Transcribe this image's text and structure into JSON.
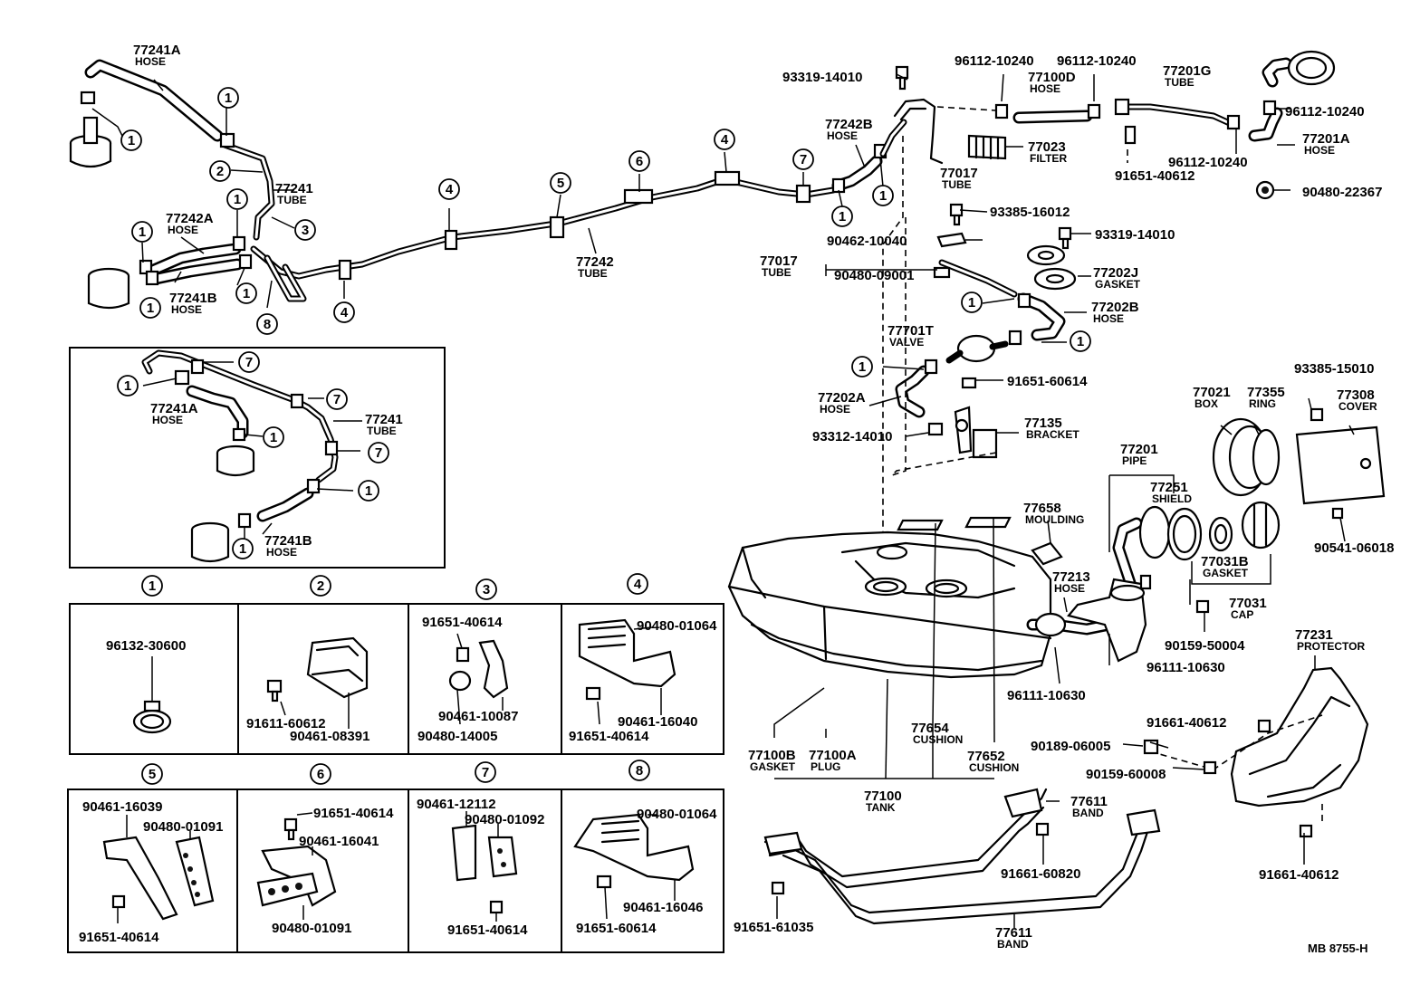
{
  "callouts": [
    {
      "pn": "77241A",
      "nm": "HOSE"
    },
    {
      "pn": "77241",
      "nm": "TUBE"
    },
    {
      "pn": "77242A",
      "nm": "HOSE"
    },
    {
      "pn": "77241B",
      "nm": "HOSE"
    },
    {
      "pn": "77242",
      "nm": "TUBE"
    },
    {
      "pn": "93319-14010",
      "nm": ""
    },
    {
      "pn": "77242B",
      "nm": "HOSE"
    },
    {
      "pn": "96112-10240",
      "nm": ""
    },
    {
      "pn": "77100D",
      "nm": "HOSE"
    },
    {
      "pn": "96112-10240",
      "nm": ""
    },
    {
      "pn": "77023",
      "nm": "FILTER"
    },
    {
      "pn": "77017",
      "nm": "TUBE"
    },
    {
      "pn": "77201G",
      "nm": "TUBE"
    },
    {
      "pn": "96112-10240",
      "nm": ""
    },
    {
      "pn": "96112-10240",
      "nm": ""
    },
    {
      "pn": "91651-40612",
      "nm": ""
    },
    {
      "pn": "77201A",
      "nm": "HOSE"
    },
    {
      "pn": "90480-22367",
      "nm": ""
    },
    {
      "pn": "93385-16012",
      "nm": ""
    },
    {
      "pn": "90462-10040",
      "nm": ""
    },
    {
      "pn": "93319-14010",
      "nm": ""
    },
    {
      "pn": "77017",
      "nm": "TUBE"
    },
    {
      "pn": "90480-09001",
      "nm": ""
    },
    {
      "pn": "77202J",
      "nm": "GASKET"
    },
    {
      "pn": "77202B",
      "nm": "HOSE"
    },
    {
      "pn": "77701T",
      "nm": "VALVE"
    },
    {
      "pn": "91651-60614",
      "nm": ""
    },
    {
      "pn": "77202A",
      "nm": "HOSE"
    },
    {
      "pn": "77135",
      "nm": "BRACKET"
    },
    {
      "pn": "93312-14010",
      "nm": ""
    },
    {
      "pn": "93385-15010",
      "nm": ""
    },
    {
      "pn": "77021",
      "nm": "BOX"
    },
    {
      "pn": "77355",
      "nm": "RING"
    },
    {
      "pn": "77308",
      "nm": "COVER"
    },
    {
      "pn": "77201",
      "nm": "PIPE"
    },
    {
      "pn": "77251",
      "nm": "SHIELD"
    },
    {
      "pn": "77658",
      "nm": "MOULDING"
    },
    {
      "pn": "77213",
      "nm": "HOSE"
    },
    {
      "pn": "77031B",
      "nm": "GASKET"
    },
    {
      "pn": "77031",
      "nm": "CAP"
    },
    {
      "pn": "90541-06018",
      "nm": ""
    },
    {
      "pn": "90159-50004",
      "nm": ""
    },
    {
      "pn": "96111-10630",
      "nm": ""
    },
    {
      "pn": "96111-10630",
      "nm": ""
    },
    {
      "pn": "77231",
      "nm": "PROTECTOR"
    },
    {
      "pn": "91661-40612",
      "nm": ""
    },
    {
      "pn": "90189-06005",
      "nm": ""
    },
    {
      "pn": "90159-60008",
      "nm": ""
    },
    {
      "pn": "77654",
      "nm": "CUSHION"
    },
    {
      "pn": "77652",
      "nm": "CUSHION"
    },
    {
      "pn": "77100B",
      "nm": "GASKET"
    },
    {
      "pn": "77100A",
      "nm": "PLUG"
    },
    {
      "pn": "77100",
      "nm": "TANK"
    },
    {
      "pn": "77611",
      "nm": "BAND"
    },
    {
      "pn": "91661-60820",
      "nm": ""
    },
    {
      "pn": "91661-40612",
      "nm": ""
    },
    {
      "pn": "91651-61035",
      "nm": ""
    },
    {
      "pn": "77611",
      "nm": "BAND"
    },
    {
      "pn": "77241",
      "nm": "TUBE"
    },
    {
      "pn": "77241A",
      "nm": "HOSE"
    },
    {
      "pn": "77241B",
      "nm": "HOSE"
    }
  ],
  "detail_labels": [
    "96132-30600",
    "91611-60612",
    "90461-08391",
    "91651-40614",
    "90461-10087",
    "90480-14005",
    "90480-01064",
    "90461-16040",
    "91651-40614",
    "90461-16039",
    "90480-01091",
    "91651-40614",
    "91651-40614",
    "90461-16041",
    "90480-01091",
    "90461-12112",
    "90480-01092",
    "91651-40614",
    "90480-01064",
    "90461-16046",
    "91651-60614"
  ],
  "detail_headers": [
    "1",
    "2",
    "3",
    "4",
    "5",
    "6",
    "7",
    "8"
  ],
  "circle_refs": [
    "1",
    "2",
    "3",
    "4",
    "5",
    "6",
    "7",
    "8"
  ],
  "footer_code": "MB 8755-H"
}
